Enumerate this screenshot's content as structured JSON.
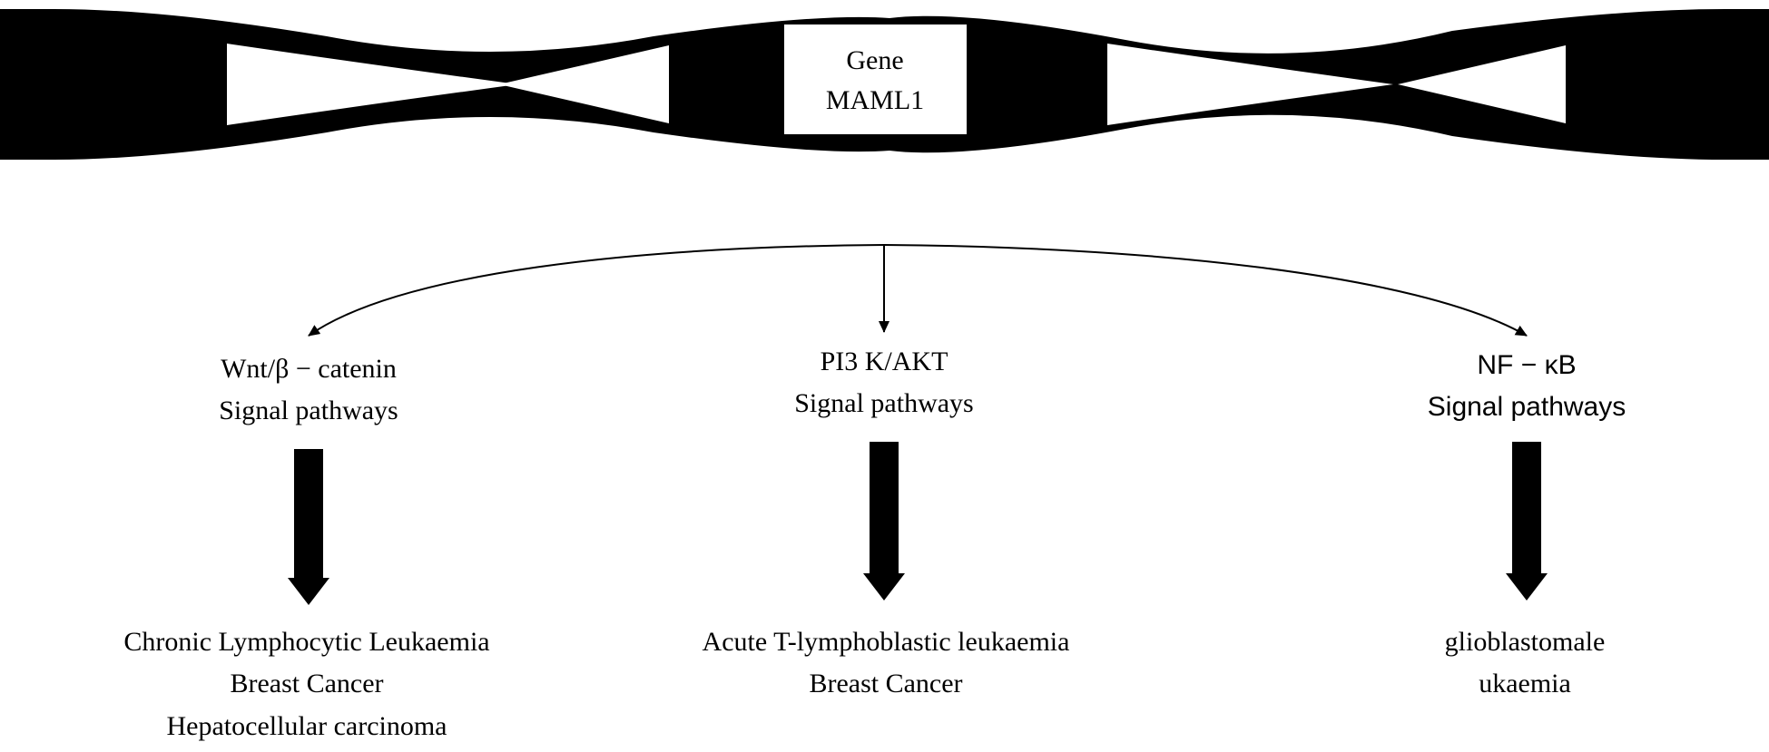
{
  "gene": {
    "line1": "Gene",
    "line2": "MAML1"
  },
  "pathways": [
    {
      "title_line1": "Wnt/β − catenin",
      "title_line2": "Signal pathways",
      "diseases": [
        "Chronic Lymphocytic Leukaemia",
        "Breast Cancer",
        "Hepatocellular carcinoma"
      ]
    },
    {
      "title_line1": "PI3 K/AKT",
      "title_line2": "Signal pathways",
      "diseases": [
        "Acute T-lymphoblastic leukaemia",
        "Breast Cancer"
      ]
    },
    {
      "title_line1": "NF − κB",
      "title_line2": "Signal pathways",
      "diseases": [
        "glioblastomale",
        "ukaemia"
      ]
    }
  ],
  "colors": {
    "ink": "#000000",
    "background": "#ffffff"
  }
}
